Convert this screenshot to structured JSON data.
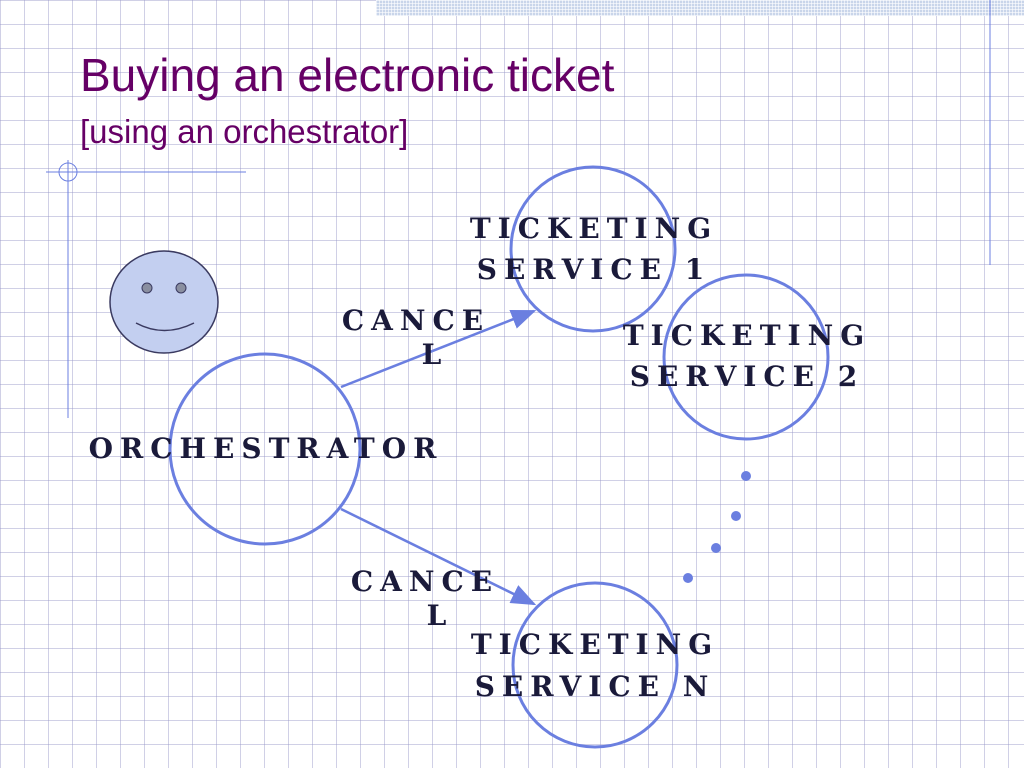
{
  "slide": {
    "title": "Buying an electronic ticket",
    "subtitle": "[using an orchestrator]"
  },
  "diagram": {
    "orchestrator": "ORCHESTRATOR",
    "services": [
      [
        "TICKETING",
        "SERVICE 1"
      ],
      [
        "TICKETING",
        "SERVICE 2"
      ],
      [
        "TICKETING",
        "SERVICE N"
      ]
    ],
    "cancel_labels": [
      [
        "CANCE",
        "L"
      ],
      [
        "CANCE",
        "L"
      ]
    ]
  },
  "colors": {
    "title": "#660066",
    "circle_stroke": "#6b7fe0",
    "arrow": "#6b7fe0",
    "face_fill": "#c3cff0",
    "label_text": "#1a1a3a",
    "dots": "#6b7fe0"
  }
}
